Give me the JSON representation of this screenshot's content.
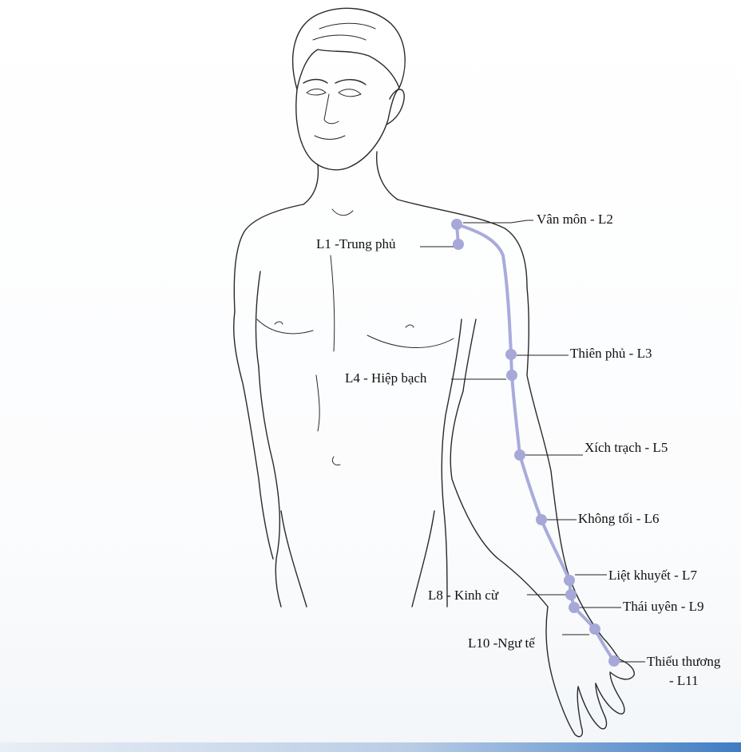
{
  "diagram": {
    "points": [
      {
        "id": "L1",
        "name": "Trung phủ",
        "label": "L1 -Trung phủ"
      },
      {
        "id": "L2",
        "name": "Vân môn",
        "label": "Vân môn - L2"
      },
      {
        "id": "L3",
        "name": "Thiên phủ",
        "label": "Thiên phủ - L3"
      },
      {
        "id": "L4",
        "name": "Hiệp bạch",
        "label": "L4 - Hiệp bạch"
      },
      {
        "id": "L5",
        "name": "Xích trạch",
        "label": "Xích trạch - L5"
      },
      {
        "id": "L6",
        "name": "Không tối",
        "label": "Không tối - L6"
      },
      {
        "id": "L7",
        "name": "Liệt khuyết",
        "label": "Liệt khuyết - L7"
      },
      {
        "id": "L8",
        "name": "Kinh cừ",
        "label": "L8 - Kinh cừ"
      },
      {
        "id": "L9",
        "name": "Thái uyên",
        "label": "Thái uyên - L9"
      },
      {
        "id": "L10",
        "name": "Ngư tế",
        "label": "L10 -Ngư tế"
      },
      {
        "id": "L11",
        "name": "Thiếu thương",
        "label": "Thiếu thương",
        "label_line2": "- L11"
      }
    ],
    "colors": {
      "meridian": "#a9abdb",
      "point": "#a6a8d8",
      "outline": "#2a2a2a",
      "bottom_edge": "#3f7cc4"
    }
  }
}
